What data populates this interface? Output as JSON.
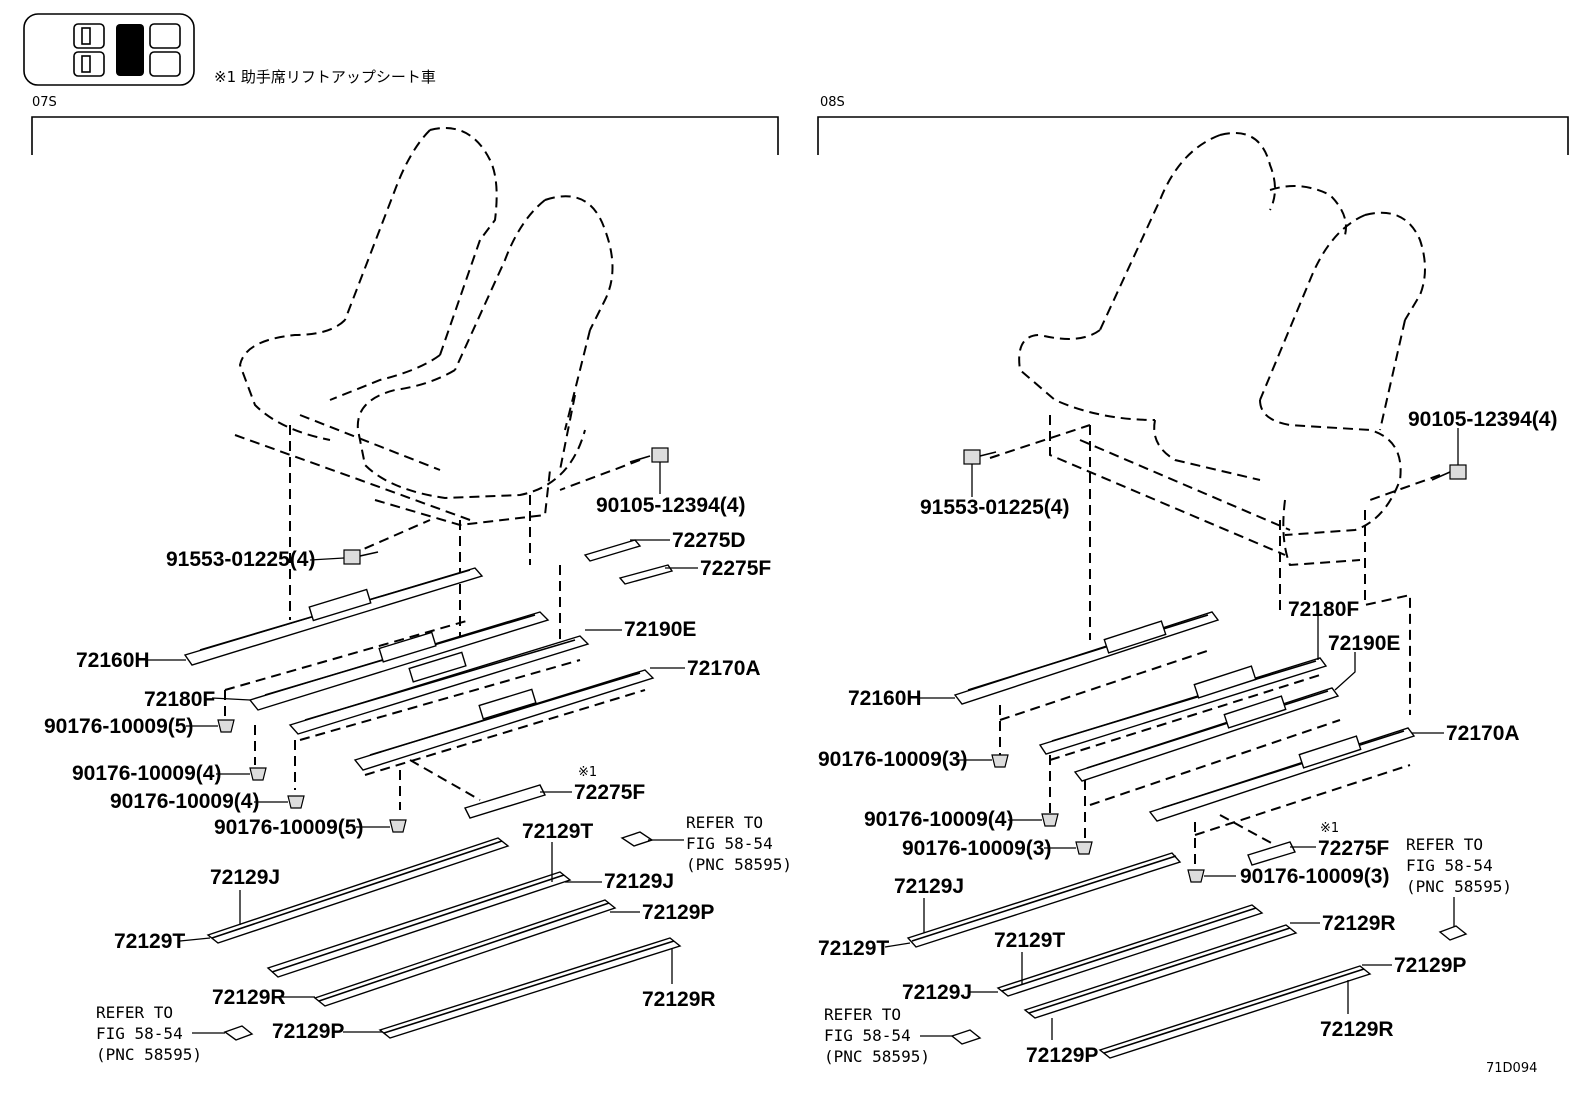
{
  "header": {
    "note": "※1 助手席リフトアップシート車"
  },
  "panels": {
    "left": {
      "code": "07S"
    },
    "right": {
      "code": "08S"
    }
  },
  "figure_code": "71D094",
  "left_labels": {
    "p72275D": "72275D",
    "p72275F_top": "72275F",
    "p90105": "90105-12394(4)",
    "p91553": "91553-01225(4)",
    "p72160H": "72160H",
    "p72190E": "72190E",
    "p72170A": "72170A",
    "p72180F": "72180F",
    "p90176_a": "90176-10009(5)",
    "p90176_b": "90176-10009(4)",
    "p90176_c": "90176-10009(4)",
    "p90176_d": "90176-10009(5)",
    "mark1": "※1",
    "p72275F_bot": "72275F",
    "p72129T_top": "72129T",
    "p72129J_left": "72129J",
    "p72129J_right": "72129J",
    "p72129T_left": "72129T",
    "p72129P_right": "72129P",
    "p72129R_left": "72129R",
    "p72129R_right": "72129R",
    "p72129P_bot": "72129P",
    "ref1_line1": "REFER TO",
    "ref1_line2": "FIG 58-54",
    "ref1_line3": "(PNC 58595)",
    "ref2_line1": "REFER TO",
    "ref2_line2": "FIG 58-54",
    "ref2_line3": "(PNC 58595)"
  },
  "right_labels": {
    "p90105": "90105-12394(4)",
    "p91553": "91553-01225(4)",
    "p72180F": "72180F",
    "p72190E": "72190E",
    "p72160H": "72160H",
    "p72170A": "72170A",
    "p90176_a": "90176-10009(3)",
    "p90176_b": "90176-10009(4)",
    "p90176_c": "90176-10009(3)",
    "p90176_d": "90176-10009(3)",
    "mark1": "※1",
    "p72275F": "72275F",
    "ref1_line1": "REFER TO",
    "ref1_line2": "FIG 58-54",
    "ref1_line3": "(PNC 58595)",
    "p72129J_top": "72129J",
    "p72129T_left": "72129T",
    "p72129T_mid": "72129T",
    "p72129R_right": "72129R",
    "p72129J_mid": "72129J",
    "p72129P_right": "72129P",
    "ref2_line1": "REFER TO",
    "ref2_line2": "FIG 58-54",
    "ref2_line3": "(PNC 58595)",
    "p72129P_bot": "72129P",
    "p72129R_bot": "72129R"
  }
}
